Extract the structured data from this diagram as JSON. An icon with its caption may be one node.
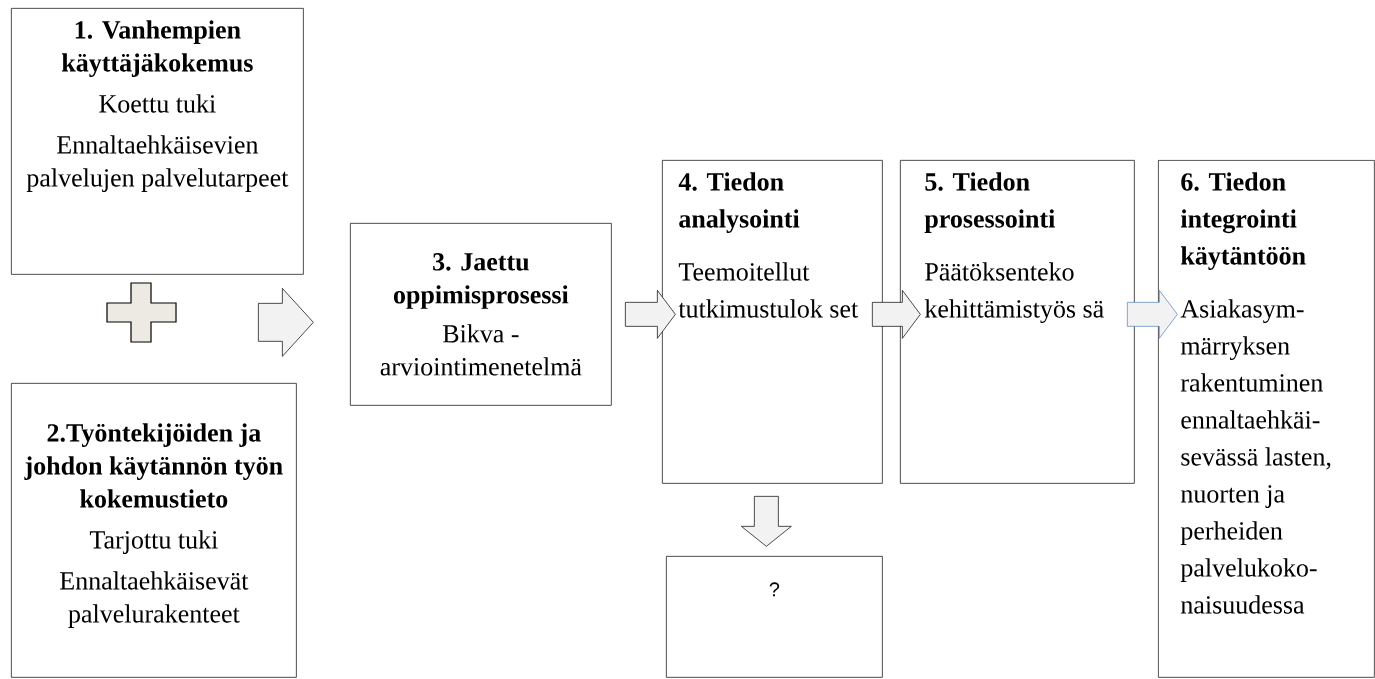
{
  "diagram": {
    "nodes": [
      {
        "text": [
          "1. Vanhempien käyttäjäkokemus",
          "Koettu tuki",
          "Ennaltaehkäisevien palvelujen palvelutarpeet"
        ]
      },
      {
        "text": [
          "2.Työntekijöiden ja johdon käytännön työn kokemustieto",
          "Tarjottu tuki",
          "Ennaltaehkäisevät palvelurakenteet"
        ]
      },
      {
        "text": [
          "3. Jaettu oppimisprosessi",
          "Bikva - arviointimenetelmä"
        ]
      },
      {
        "text": [
          "4. Tiedon analysointi",
          "Teemoitellut tutkimustulok set"
        ]
      },
      {
        "text": [
          "?"
        ]
      },
      {
        "text": [
          "5. Tiedon prosessointi",
          "Päätöksenteko kehittämistyös sä"
        ]
      },
      {
        "text": [
          "6. Tiedon integrointi käytäntöön",
          "Asiakasym- märryksen rakentuminen ennaltaehkäi- sevässä lasten, nuorten ja perheiden palvelukoko- naisuudessa"
        ]
      }
    ],
    "edges": [
      {
        "from": 0,
        "to": 2,
        "arrow": "to"
      },
      {
        "from": 1,
        "to": 2,
        "arrow": "to"
      },
      {
        "from": 2,
        "to": 3,
        "arrow": "to"
      },
      {
        "from": 3,
        "to": 4,
        "arrow": "to"
      },
      {
        "from": 3,
        "to": 5,
        "arrow": "to"
      },
      {
        "from": 5,
        "to": 6,
        "arrow": "to",
        "color": "#4f81bd"
      }
    ]
  }
}
